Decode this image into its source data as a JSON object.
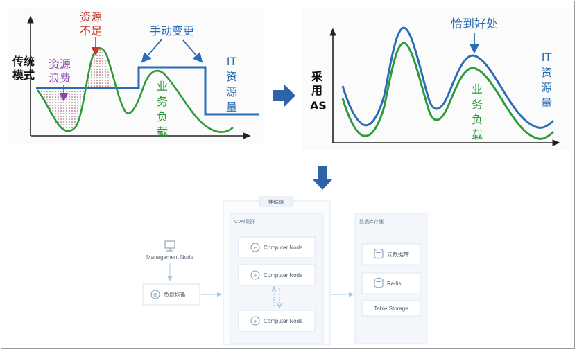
{
  "traditional": {
    "y_label_line1": "传统",
    "y_label_line2": "模式",
    "shortage_line1": "资源",
    "shortage_line2": "不足",
    "waste_line1": "资源",
    "waste_line2": "浪费",
    "manual_change": "手动变更",
    "it_line1": "IT",
    "it_line2": "资",
    "it_line3": "源",
    "it_line4": "量",
    "workload_line1": "业",
    "workload_line2": "务",
    "workload_line3": "负",
    "workload_line4": "载"
  },
  "as_mode": {
    "y_label_line1": "采",
    "y_label_line2": "用",
    "y_label_line3": "AS",
    "just_right": "恰到好处",
    "it_line1": "IT",
    "it_line2": "资",
    "it_line3": "源",
    "it_line4": "量",
    "workload_line1": "业",
    "workload_line2": "务",
    "workload_line3": "负",
    "workload_line4": "载"
  },
  "architecture": {
    "management_node": "Management Node",
    "load_balancer": "负载均衡",
    "scaling_group": "伸缩组",
    "cvm_cluster": "CVM集群",
    "compute_nodes": [
      "Computer Node",
      "Computer Node",
      "Computer Node"
    ],
    "database_storage": "数据库存储",
    "storage_items": [
      "云数据库",
      "Redis",
      "Table Storage"
    ]
  },
  "colors": {
    "workload": "#2e9a3a",
    "it_resource": "#2a6db5",
    "shortage": "#c0392b",
    "waste": "#8e44ad",
    "flow_arrow": "#2f63a8",
    "arch_border": "#d6e4f2",
    "arch_text": "#4a5a6a"
  }
}
